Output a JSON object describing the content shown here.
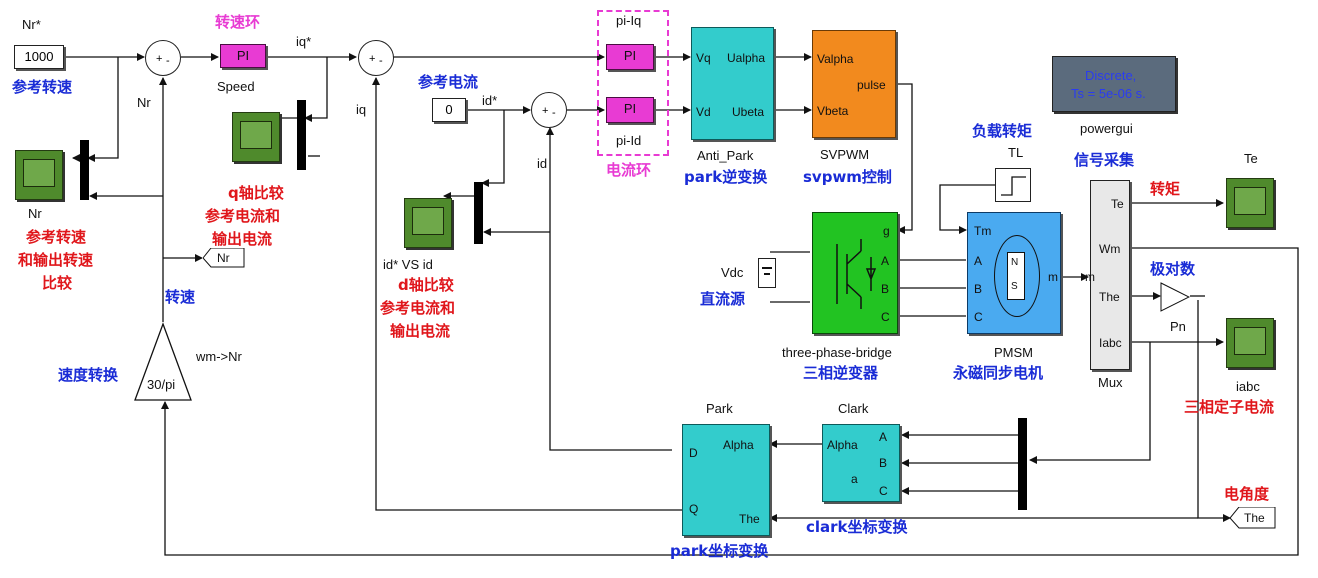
{
  "inputs": {
    "nr_ref_label": "Nr*",
    "nr_ref_value": "1000",
    "id_ref_value": "0"
  },
  "labels": {
    "ref_speed_cn": "参考转速",
    "speed_loop_cn": "转速环",
    "speed_pi": "PI",
    "speed_pi_name": "Speed",
    "iq_star": "iq*",
    "nr_feedback": "Nr",
    "iq": "iq",
    "ref_current_cn": "参考电流",
    "id_star": "id*",
    "id": "id",
    "pi_iq": "pi-Iq",
    "pi_id": "pi-Id",
    "current_loop_cn": "电流环",
    "anti_park": {
      "in1": "Vq",
      "out1": "Ualpha",
      "in2": "Vd",
      "out2": "Ubeta",
      "name": "Anti_Park",
      "desc": "park逆变换"
    },
    "svpwm": {
      "in1": "Valpha",
      "out": "pulse",
      "in2": "Vbeta",
      "name": "SVPWM",
      "desc": "svpwm控制"
    },
    "powergui": {
      "line1": "Discrete,",
      "line2": "Ts = 5e-06 s.",
      "name": "powergui"
    },
    "scope_nr": "Nr",
    "scope_nr_desc": [
      "参考转速",
      "和输出转速",
      "比较"
    ],
    "q_compare": [
      "q轴比较",
      "参考电流和",
      "输出电流"
    ],
    "scope_id": "id* VS id",
    "d_compare": [
      "d轴比较",
      "参考电流和",
      "输出电流"
    ],
    "goto_nr": "Nr",
    "speed_cn": "转速",
    "speed_convert_cn": "速度转换",
    "gain_30pi": "30/pi",
    "wm_to_nr": "wm->Nr",
    "vdc": "Vdc",
    "dc_source_cn": "直流源",
    "inverter": {
      "g": "g",
      "a": "A",
      "b": "B",
      "c": "C",
      "name": "three-phase-bridge",
      "desc": "三相逆变器"
    },
    "load_torque_cn": "负载转矩",
    "tl": "TL",
    "pmsm": {
      "tm": "Tm",
      "a": "A",
      "b": "B",
      "c": "C",
      "m": "m",
      "n": "N",
      "s": "S",
      "name": "PMSM",
      "desc": "永磁同步电机"
    },
    "signal_collect_cn": "信号采集",
    "mux": {
      "m": "m",
      "te": "Te",
      "wm": "Wm",
      "the": "The",
      "iabc": "Iabc",
      "name": "Mux"
    },
    "torque_cn": "转矩",
    "scope_te": "Te",
    "pole_pairs_cn": "极对数",
    "pn": "Pn",
    "scope_iabc": "iabc",
    "stator_current_cn": "三相定子电流",
    "park": {
      "title": "Park",
      "d": "D",
      "alpha": "Alpha",
      "q": "Q",
      "the": "The",
      "desc": "park坐标变换"
    },
    "clark": {
      "title": "Clark",
      "alpha": "Alpha",
      "a_small": "a",
      "a": "A",
      "b": "B",
      "c": "C",
      "desc": "clark坐标变换"
    },
    "elec_angle_cn": "电角度",
    "goto_the": "The"
  },
  "colors": {
    "pi_block": "#e83bd3",
    "transform_block": "#33cccc",
    "svpwm_block": "#f28a1e",
    "inverter_block": "#22c322",
    "pmsm_block": "#4aaaf0",
    "scope": "#4f8a2c",
    "powergui": "#5b6b7d",
    "annotation_blue": "#1a2cd6",
    "annotation_red": "#e0161b"
  }
}
